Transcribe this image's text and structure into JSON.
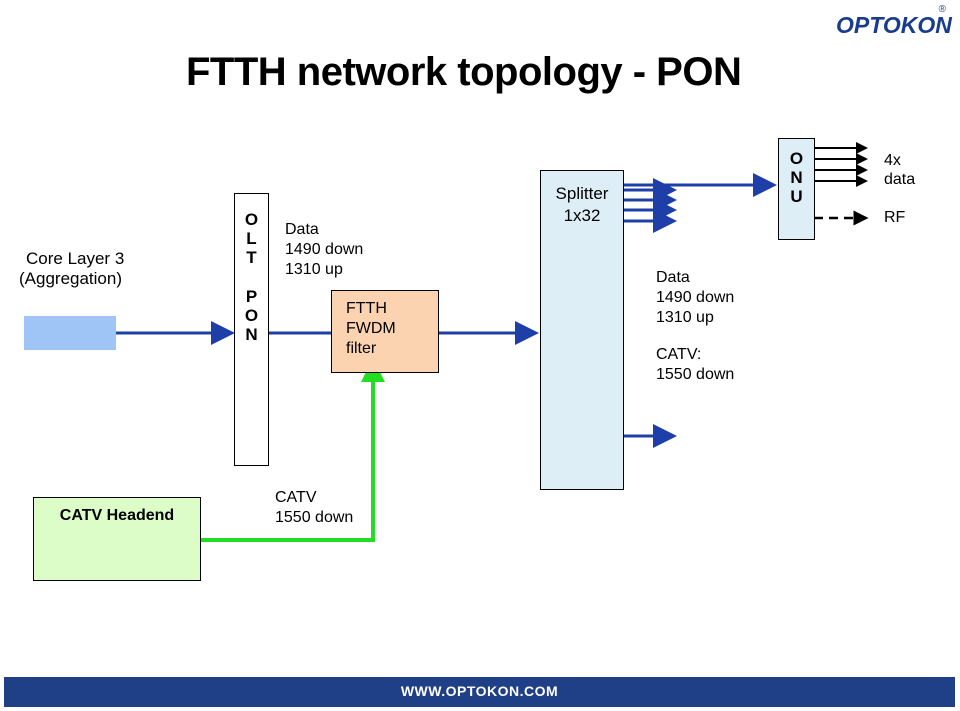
{
  "title": "FTTH network topology - PON",
  "logo": {
    "text": "OPTOKON",
    "registered": "®"
  },
  "core": {
    "line1": "Core Layer 3",
    "line2": "(Aggregation)"
  },
  "olt": {
    "top": [
      "O",
      "L",
      "T"
    ],
    "bottom": [
      "P",
      "O",
      "N"
    ]
  },
  "olt_signal": {
    "line1": "Data",
    "line2": "1490 down",
    "line3": "1310 up"
  },
  "fwdm": {
    "line1": "FTTH",
    "line2": "FWDM",
    "line3": "filter"
  },
  "splitter": {
    "line1": "Splitter",
    "line2": "1x32"
  },
  "split_signal": {
    "line1": "Data",
    "line2": "1490 down",
    "line3": "1310 up",
    "line4": "CATV:",
    "line5": "1550 down"
  },
  "onu": {
    "letters": [
      "O",
      "N",
      "U"
    ]
  },
  "onu_out": {
    "line1": "4x",
    "line2": "data",
    "line3": "RF"
  },
  "catv_headend": {
    "label": "CATV Headend"
  },
  "catv_signal": {
    "line1": "CATV",
    "line2": "1550 down"
  },
  "footer": {
    "text": "WWW.OPTOKON.COM"
  },
  "colors": {
    "blue_line": "#1f3fa8",
    "green_line": "#22dd22",
    "fwdm_fill": "#fcd3b0",
    "onu_fill": "#ddeef6",
    "catv_fill": "#dcfcc8",
    "core_fill": "#9ec5f5",
    "footer": "#1f3f86"
  }
}
